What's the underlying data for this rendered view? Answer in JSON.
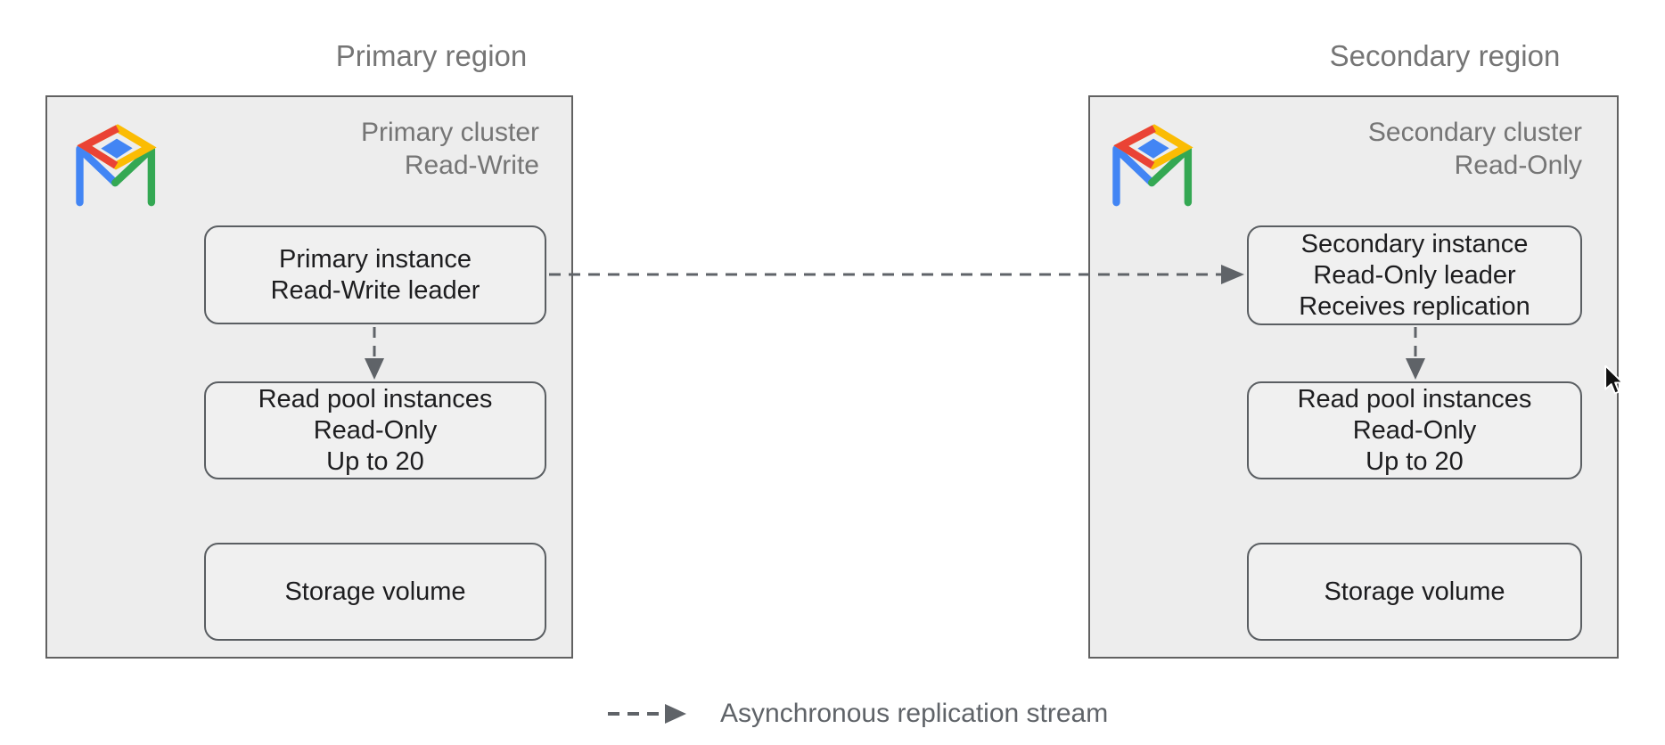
{
  "colors": {
    "background": "#ffffff",
    "cluster_fill": "#ededed",
    "cluster_border": "#616161",
    "node_fill": "#f0f0f0",
    "node_border": "#5a5e62",
    "arrow": "#5f6368",
    "muted_text": "#757575",
    "node_text": "#1d1d1f",
    "logo_red": "#EA4335",
    "logo_yellow": "#FBBC04",
    "logo_green": "#34A853",
    "logo_blue": "#4285F4"
  },
  "primary_region": {
    "label": "Primary region",
    "cluster_title": [
      "Primary cluster",
      "Read-Write"
    ],
    "logo_icon": "alloydb-logo",
    "nodes": {
      "instance": [
        "Primary instance",
        "Read-Write leader"
      ],
      "read_pool": [
        "Read pool instances",
        "Read-Only",
        "Up to 20"
      ],
      "storage": [
        "Storage volume"
      ]
    }
  },
  "secondary_region": {
    "label": "Secondary region",
    "cluster_title": [
      "Secondary cluster",
      "Read-Only"
    ],
    "logo_icon": "alloydb-logo",
    "nodes": {
      "instance": [
        "Secondary instance",
        "Read-Only leader",
        "Receives replication"
      ],
      "read_pool": [
        "Read pool instances",
        "Read-Only",
        "Up to 20"
      ],
      "storage": [
        "Storage volume"
      ]
    }
  },
  "legend": {
    "label": "Asynchronous replication stream"
  }
}
